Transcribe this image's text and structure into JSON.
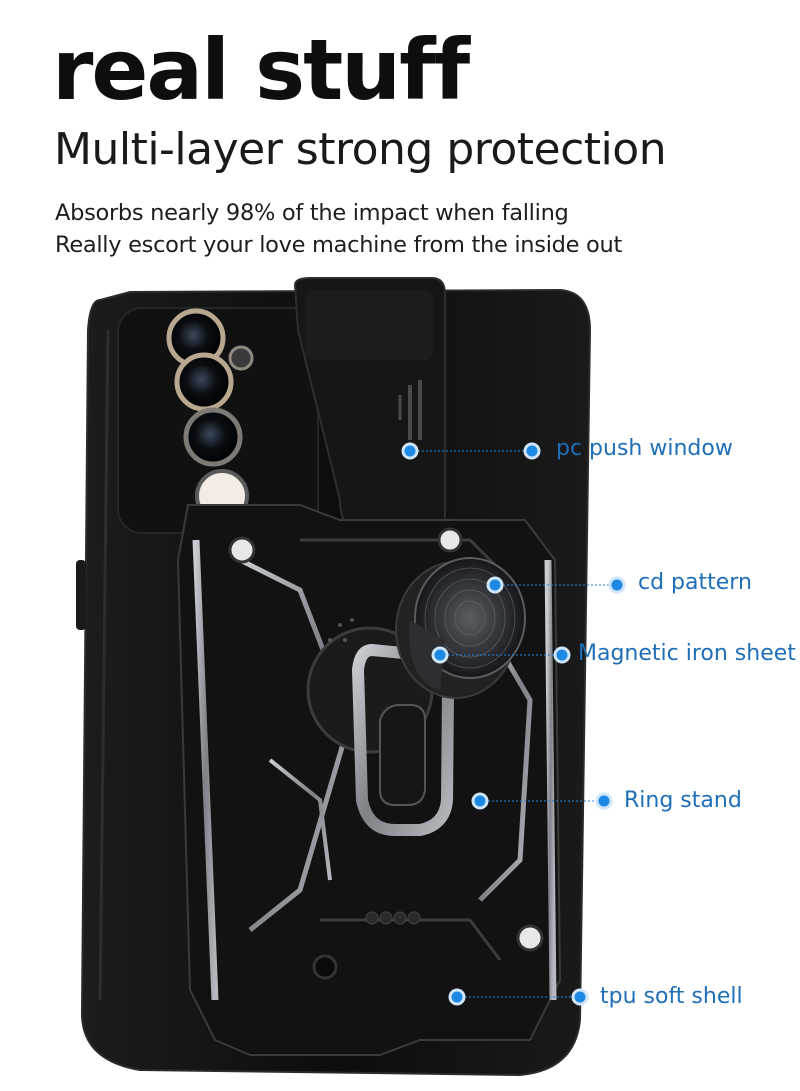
{
  "headline": "real stuff",
  "subheadline": "Multi-layer strong protection",
  "description": [
    "Absorbs nearly 98% of the impact when falling",
    "Really escort your love machine from the inside out"
  ],
  "callouts": [
    {
      "label": "pc push window",
      "icon": "dot-marker"
    },
    {
      "label": "cd pattern",
      "icon": "dot-marker"
    },
    {
      "label": "Magnetic iron sheet",
      "icon": "dot-marker"
    },
    {
      "label": "Ring stand",
      "icon": "dot-marker"
    },
    {
      "label": "tpu soft shell",
      "icon": "dot-marker"
    }
  ],
  "colors": {
    "accent": "#1f6fb8",
    "marker": "#1e88e5",
    "case": "#141414",
    "metal": "#8a8d92"
  }
}
